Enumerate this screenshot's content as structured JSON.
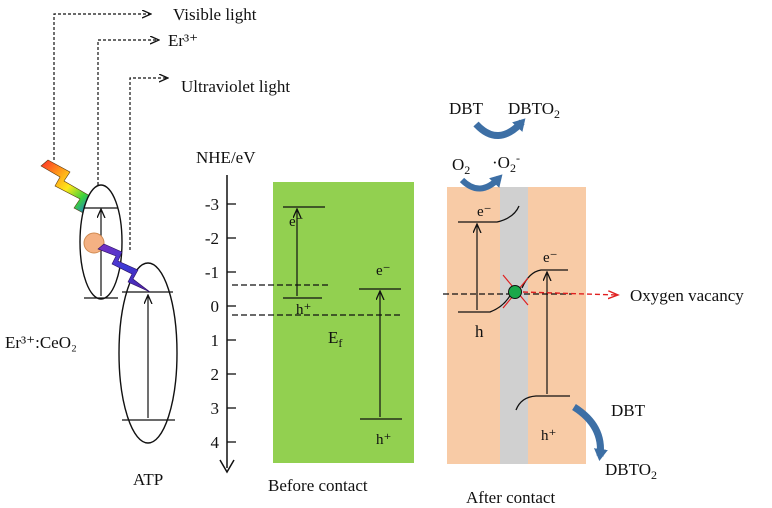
{
  "left_panel": {
    "visible_light": "Visible light",
    "er3": "Er³⁺",
    "uv_light": "Ultraviolet light",
    "material": "Er³⁺:CeO₂",
    "atp": "ATP"
  },
  "axis": {
    "title": "NHE/eV",
    "ticks": [
      "-3",
      "-2",
      "-1",
      "0",
      "1",
      "2",
      "3",
      "4"
    ]
  },
  "before_contact": {
    "title": "Before contact",
    "e1": "e⁻",
    "h1": "h⁺",
    "e2": "e⁻",
    "h2": "h⁺",
    "ef": "E",
    "ef_sub": "f"
  },
  "after_contact": {
    "title": "After contact",
    "dbt_top": "DBT",
    "dbto2_top": "DBTO₂",
    "o2": "O₂",
    "o2_radical": "·O₂⁻",
    "e1": "e⁻",
    "e2": "e⁻",
    "h1": "h",
    "h2": "h⁺",
    "dbt_bottom": "DBT",
    "dbto2_bottom": "DBTO₂",
    "oxygen_vacancy": "Oxygen vacancy"
  },
  "colors": {
    "green_panel": "#92d050",
    "orange_panel": "#f8cba6",
    "gray_strip": "#d0d0d0",
    "curved_arrow": "#3d6fa5",
    "vacancy_dot": "#1aa84a",
    "vacancy_arrow": "#e02020",
    "er_dot": "#f4b183"
  }
}
